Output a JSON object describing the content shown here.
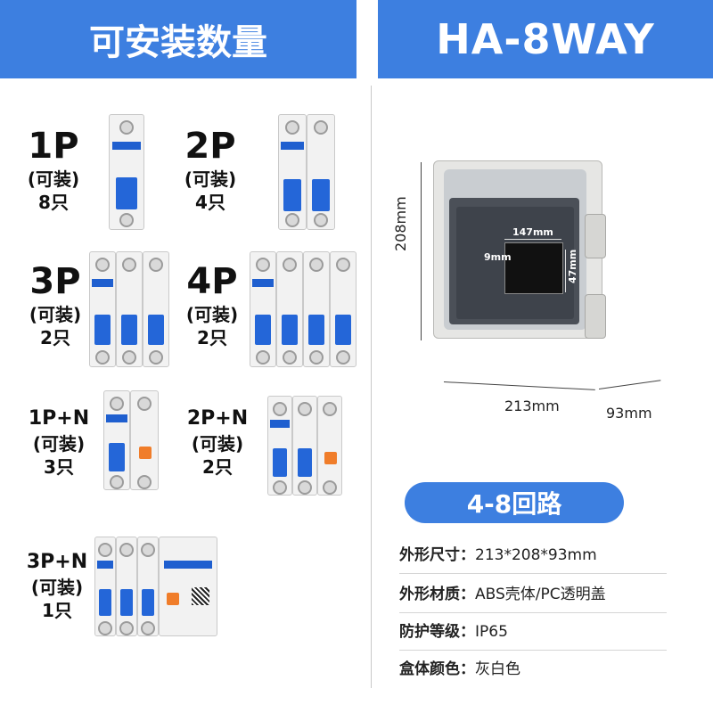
{
  "header": {
    "left_title": "可安装数量",
    "right_title": "HA-8WAY"
  },
  "breakers": [
    {
      "type": "1P",
      "note": "(可装)",
      "count": "8只"
    },
    {
      "type": "2P",
      "note": "(可装)",
      "count": "4只"
    },
    {
      "type": "3P",
      "note": "(可装)",
      "count": "2只"
    },
    {
      "type": "4P",
      "note": "(可装)",
      "count": "2只"
    },
    {
      "type": "1P+N",
      "note": "(可装)",
      "count": "3只"
    },
    {
      "type": "2P+N",
      "note": "(可装)",
      "count": "2只"
    },
    {
      "type": "3P+N",
      "note": "(可装)",
      "count": "1只"
    }
  ],
  "dimensions": {
    "height": "208mm",
    "width": "213mm",
    "depth": "93mm",
    "window_w": "147mm",
    "window_h": "47mm",
    "window_gap": "9mm"
  },
  "circuits": "4-8回路",
  "specs": [
    {
      "key": "外形尺寸：",
      "value": "213*208*93mm"
    },
    {
      "key": "外形材质：",
      "value": "ABS壳体/PC透明盖"
    },
    {
      "key": "防护等级：",
      "value": "IP65"
    },
    {
      "key": "盒体颜色：",
      "value": "灰白色"
    }
  ],
  "colors": {
    "accent": "#3d7fe0",
    "breaker_blue": "#2466d8"
  }
}
